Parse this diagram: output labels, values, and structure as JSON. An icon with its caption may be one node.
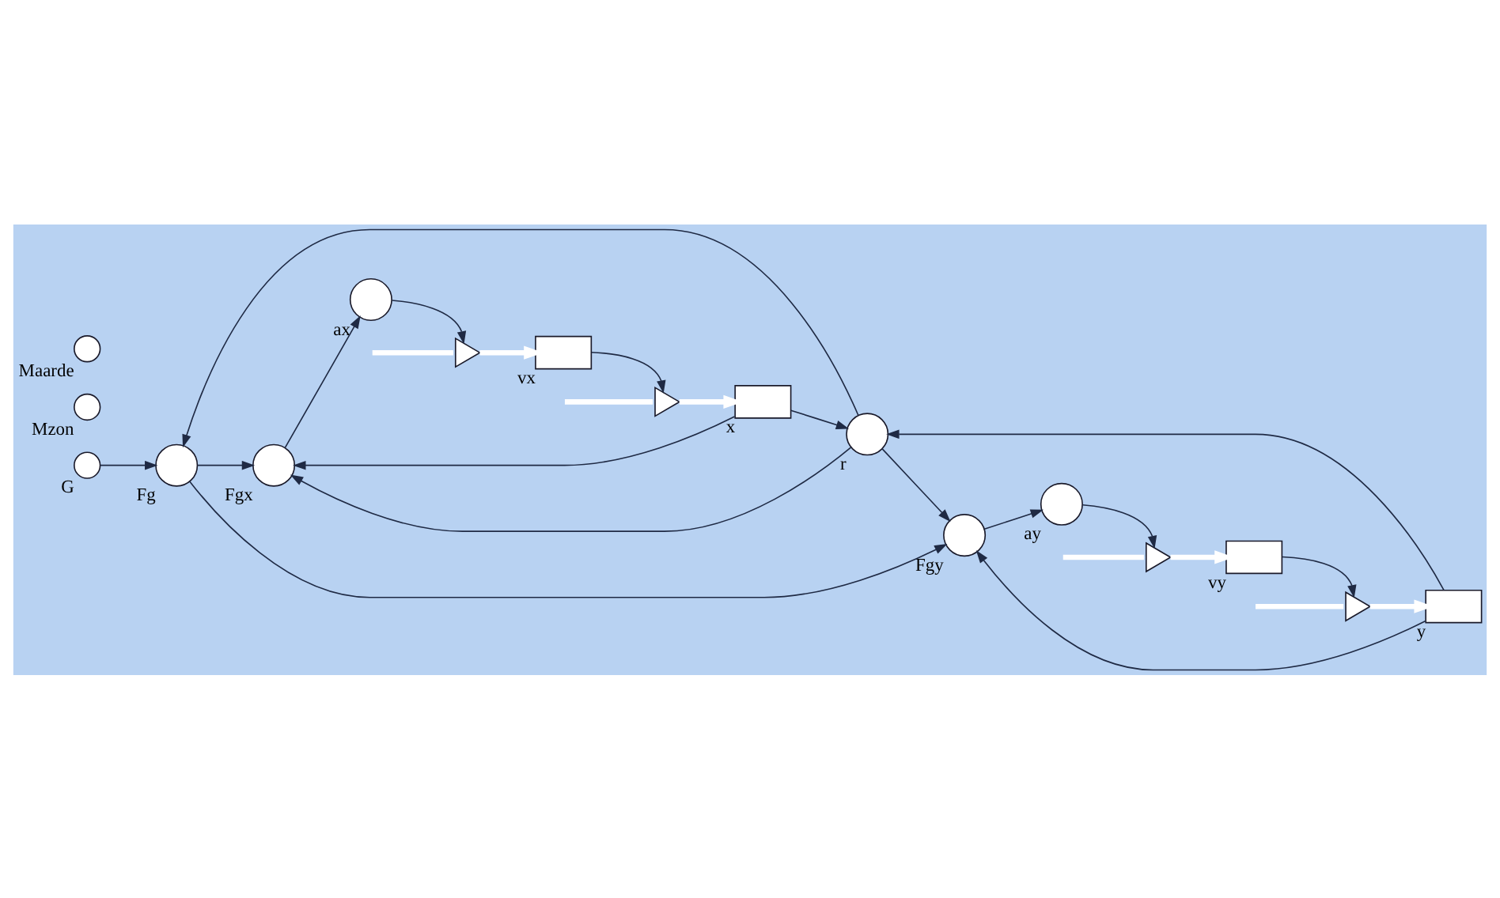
{
  "diagram": {
    "nodes": [
      {
        "text": [
          "G"
        ]
      },
      {
        "text": [
          "Mzon"
        ]
      },
      {
        "text": [
          "Maarde"
        ]
      },
      {
        "text": [
          "Fg"
        ]
      },
      {
        "text": [
          "Fgx"
        ]
      },
      {
        "text": [
          "ax"
        ]
      },
      {
        "text": [],
        "shape": "triangle"
      },
      {
        "text": [
          "vx"
        ]
      },
      {
        "text": [],
        "shape": "triangle"
      },
      {
        "text": [
          "x"
        ]
      },
      {
        "text": [
          "r"
        ]
      },
      {
        "text": [
          "Fgy"
        ]
      },
      {
        "text": [],
        "shape": "triangle"
      },
      {
        "text": [
          "y"
        ]
      },
      {
        "text": [],
        "shape": "triangle"
      },
      {
        "text": [
          "vy"
        ]
      },
      {
        "text": [
          "ay"
        ]
      }
    ],
    "edges": [
      {
        "from": 0,
        "to": 3,
        "arrow": "to"
      },
      {
        "from": 3,
        "to": 4,
        "arrow": "to"
      },
      {
        "from": 3,
        "to": 11,
        "arrow": "to"
      },
      {
        "from": 4,
        "to": 5,
        "arrow": "to"
      },
      {
        "from": 5,
        "to": 6,
        "arrow": "to"
      },
      {
        "from": null,
        "to": 6,
        "arrow": "none",
        "style": "thick",
        "color": "#ffffff"
      },
      {
        "from": 6,
        "to": 7,
        "arrow": "to",
        "style": "thick",
        "color": "#ffffff"
      },
      {
        "from": 7,
        "to": 8,
        "arrow": "to"
      },
      {
        "from": null,
        "to": 8,
        "arrow": "none",
        "style": "thick",
        "color": "#ffffff"
      },
      {
        "from": 8,
        "to": 9,
        "arrow": "to",
        "style": "thick",
        "color": "#ffffff"
      },
      {
        "from": 9,
        "to": 4,
        "arrow": "to"
      },
      {
        "from": 9,
        "to": 10,
        "arrow": "to"
      },
      {
        "from": 10,
        "to": 4,
        "arrow": "to"
      },
      {
        "from": 10,
        "to": 3,
        "arrow": "to"
      },
      {
        "from": 10,
        "to": 11,
        "arrow": "to"
      },
      {
        "from": 13,
        "to": 11,
        "arrow": "to"
      },
      {
        "from": 13,
        "to": 10,
        "arrow": "to"
      },
      {
        "from": 11,
        "to": 16,
        "arrow": "to"
      },
      {
        "from": 16,
        "to": 14,
        "arrow": "to"
      },
      {
        "from": null,
        "to": 14,
        "arrow": "none",
        "style": "thick",
        "color": "#ffffff"
      },
      {
        "from": 14,
        "to": 15,
        "arrow": "to",
        "style": "thick",
        "color": "#ffffff"
      },
      {
        "from": 15,
        "to": 12,
        "arrow": "to"
      },
      {
        "from": null,
        "to": 12,
        "arrow": "none",
        "style": "thick",
        "color": "#ffffff"
      },
      {
        "from": 12,
        "to": 13,
        "arrow": "to",
        "style": "thick",
        "color": "#ffffff"
      }
    ]
  }
}
